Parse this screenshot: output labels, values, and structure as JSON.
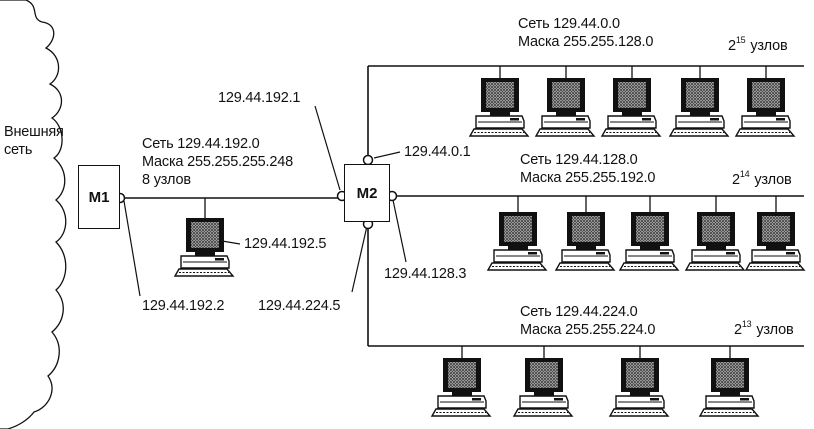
{
  "external_network": {
    "line1": "Внешняя",
    "line2": "сеть"
  },
  "routers": {
    "m1": "M1",
    "m2": "M2"
  },
  "link": {
    "title": "Сеть 129.44.192.0",
    "mask": "Маска 255.255.255.248",
    "nodes": "8 узлов",
    "host_ip": "129.44.192.5",
    "m1_ip": "129.44.192.2",
    "m2_ip": "129.44.192.1"
  },
  "subnets": [
    {
      "title": "Сеть 129.44.0.0",
      "mask": "Маска 255.255.128.0",
      "size_base": "2",
      "size_exp": "15",
      "size_unit": "узлов",
      "router_ip": "129.44.0.1"
    },
    {
      "title": "Сеть 129.44.128.0",
      "mask": "Маска 255.255.192.0",
      "size_base": "2",
      "size_exp": "14",
      "size_unit": "узлов",
      "router_ip": "129.44.128.3"
    },
    {
      "title": "Сеть 129.44.224.0",
      "mask": "Маска 255.255.224.0",
      "size_base": "2",
      "size_exp": "13",
      "size_unit": "узлов",
      "router_ip": "129.44.224.5"
    }
  ]
}
